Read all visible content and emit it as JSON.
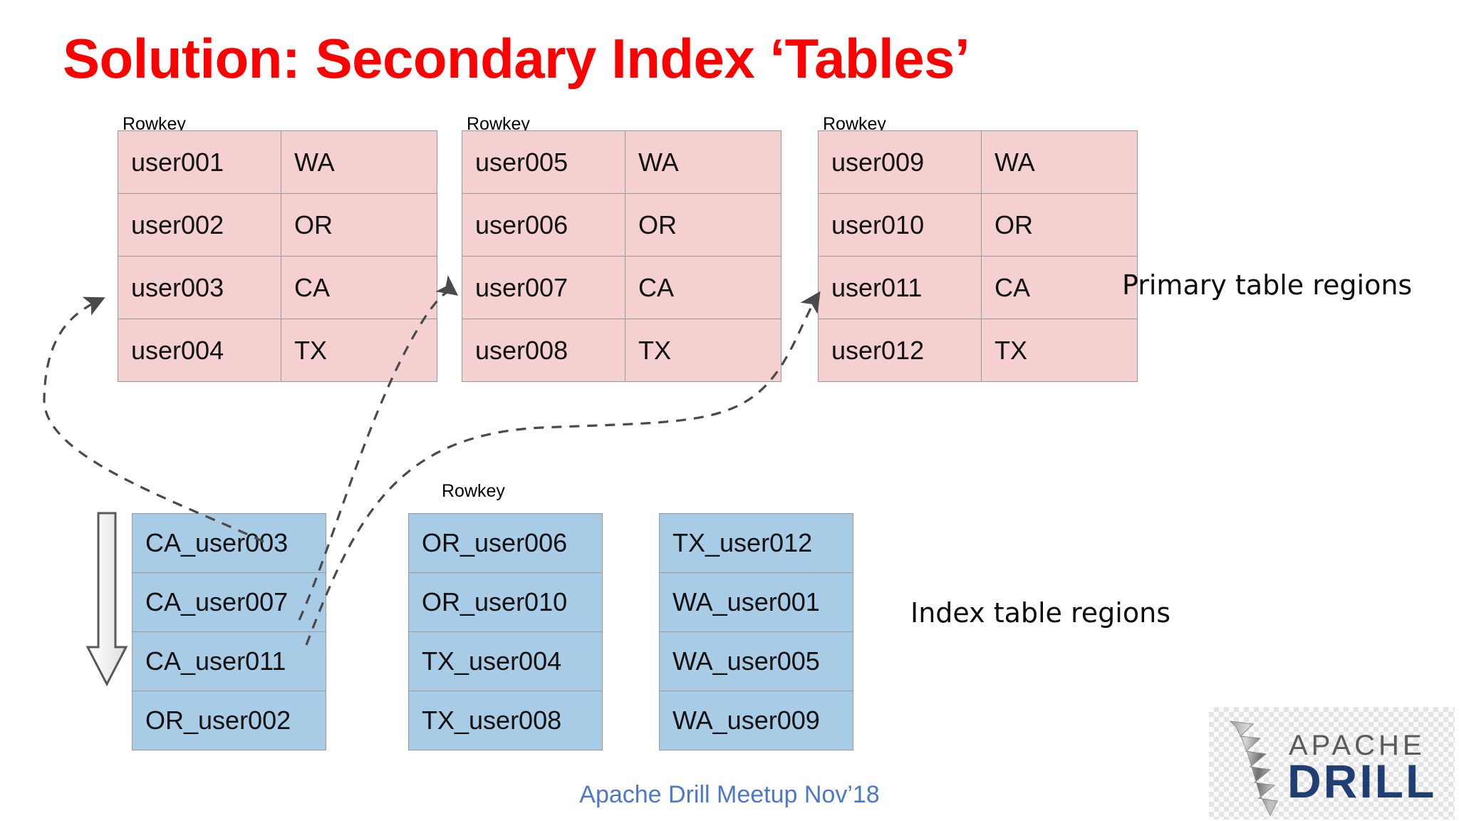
{
  "slide": {
    "title": "Solution: Secondary Index ‘Tables’",
    "title_color": "#ff0000",
    "background": "#ffffff"
  },
  "labels": {
    "rowkey": "Rowkey",
    "primary_regions": "Primary table regions",
    "index_regions": "Index  table regions"
  },
  "primary_tables": [
    {
      "name": "primary-region-1",
      "header": "Rowkey",
      "rows": [
        {
          "rowkey": "user001",
          "state": "WA"
        },
        {
          "rowkey": "user002",
          "state": "OR"
        },
        {
          "rowkey": "user003",
          "state": "CA"
        },
        {
          "rowkey": "user004",
          "state": "TX"
        }
      ]
    },
    {
      "name": "primary-region-2",
      "header": "Rowkey",
      "rows": [
        {
          "rowkey": "user005",
          "state": "WA"
        },
        {
          "rowkey": "user006",
          "state": "OR"
        },
        {
          "rowkey": "user007",
          "state": "CA"
        },
        {
          "rowkey": "user008",
          "state": "TX"
        }
      ]
    },
    {
      "name": "primary-region-3",
      "header": "Rowkey",
      "rows": [
        {
          "rowkey": "user009",
          "state": "WA"
        },
        {
          "rowkey": "user010",
          "state": "OR"
        },
        {
          "rowkey": "user011",
          "state": "CA"
        },
        {
          "rowkey": "user012",
          "state": "TX"
        }
      ]
    }
  ],
  "index_tables": [
    {
      "name": "index-region-1",
      "header": "",
      "rows": [
        "CA_user003",
        "CA_user007",
        "CA_user011",
        "OR_user002"
      ]
    },
    {
      "name": "index-region-2",
      "header": "Rowkey",
      "rows": [
        "OR_user006",
        "OR_user010",
        "TX_user004",
        "TX_user008"
      ]
    },
    {
      "name": "index-region-3",
      "header": "",
      "rows": [
        "TX_user012",
        "WA_user001",
        "WA_user005",
        "WA_user009"
      ]
    }
  ],
  "colors": {
    "primary_cell": "#f4d0d1",
    "index_cell": "#a8cbe6",
    "cell_border": "#9a9a9a",
    "title": "#ff0000",
    "footer": "#4d77cf",
    "arrow": "#4a4a4a",
    "logo_drill": "#1f3f72",
    "logo_apache": "#5b5b5b"
  },
  "footer": {
    "text": "Apache Drill Meetup Nov’18"
  },
  "logo": {
    "apache": "APACHE",
    "drill": "DRILL"
  }
}
